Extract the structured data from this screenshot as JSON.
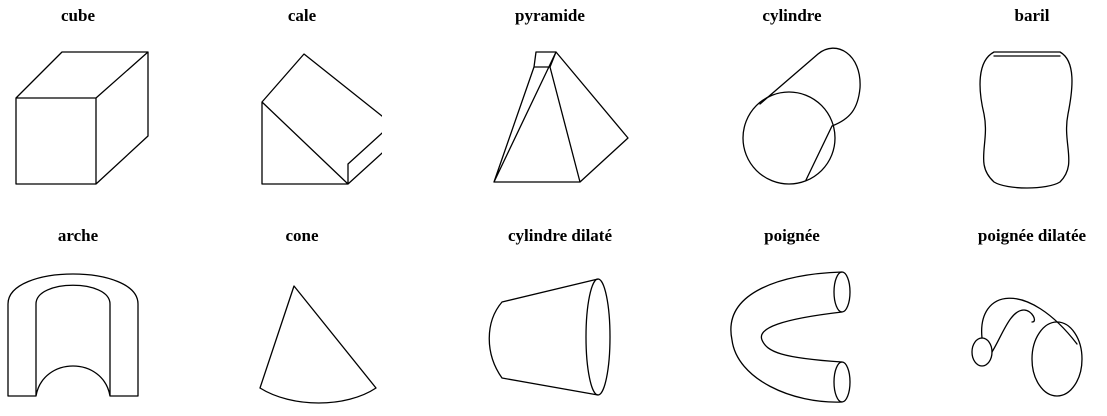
{
  "shapes": [
    {
      "id": "cube",
      "label": "cube"
    },
    {
      "id": "wedge",
      "label": "cale"
    },
    {
      "id": "pyramid",
      "label": "pyramide"
    },
    {
      "id": "cylinder",
      "label": "cylindre"
    },
    {
      "id": "barrel",
      "label": "baril"
    },
    {
      "id": "arch",
      "label": "arche"
    },
    {
      "id": "cone",
      "label": "cone"
    },
    {
      "id": "tapered-cylinder",
      "label": "cylindre dilaté"
    },
    {
      "id": "handle",
      "label": "poignée"
    },
    {
      "id": "tapered-handle",
      "label": "poignée dilatée"
    }
  ]
}
